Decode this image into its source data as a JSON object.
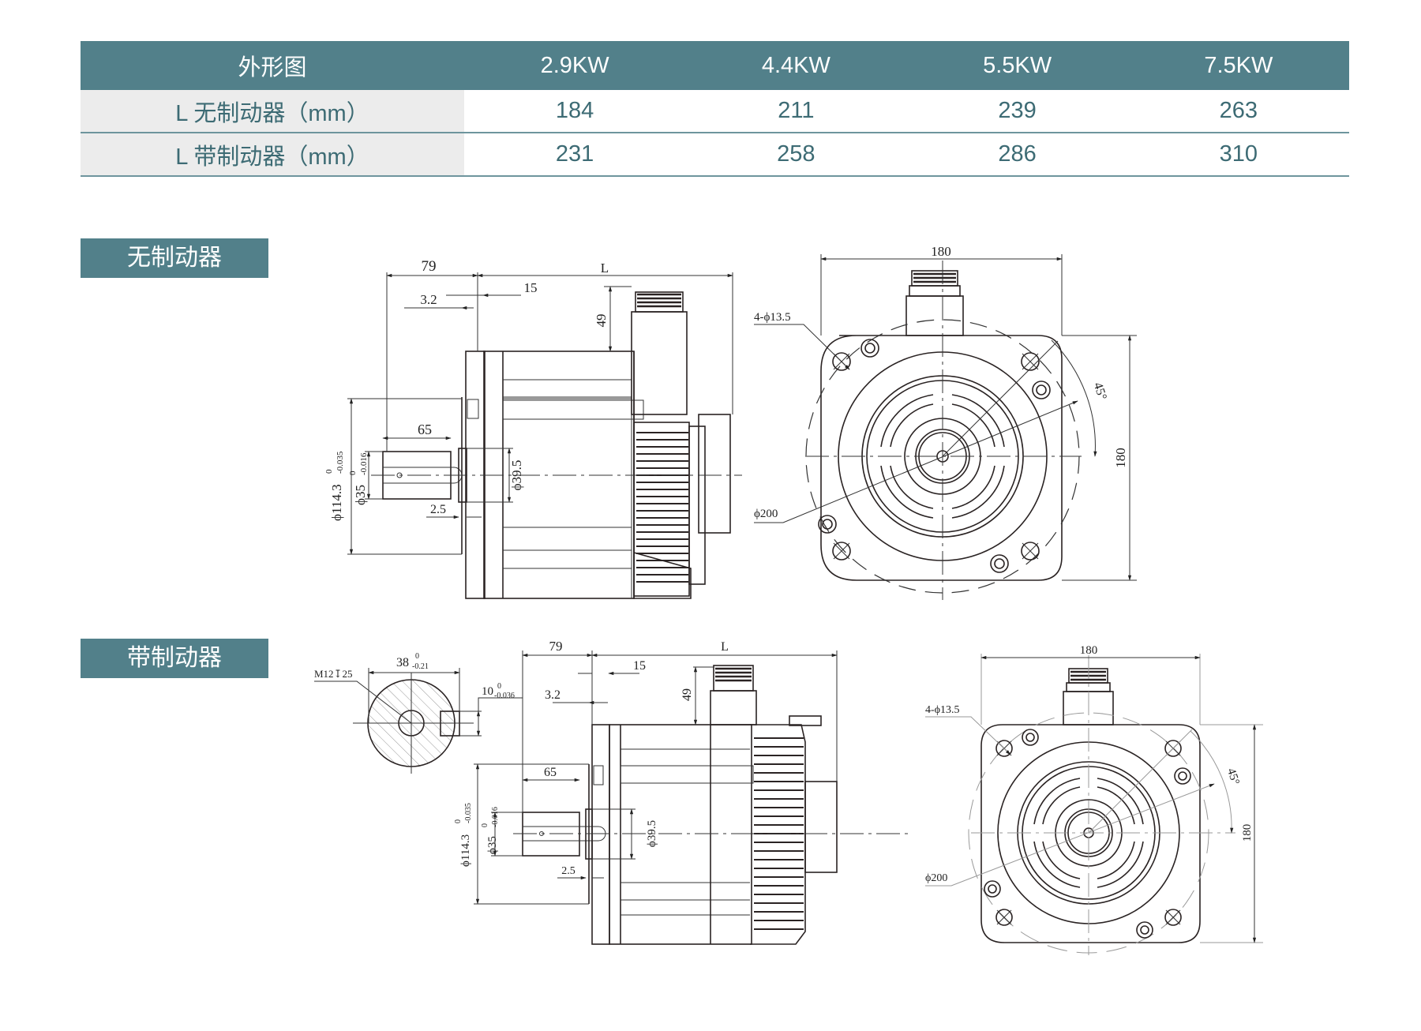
{
  "spec_table": {
    "header": {
      "row_title": "外形图",
      "columns": [
        "2.9KW",
        "4.4KW",
        "5.5KW",
        "7.5KW"
      ]
    },
    "rows": [
      {
        "label": "L 无制动器（mm）",
        "values": [
          "184",
          "211",
          "239",
          "263"
        ]
      },
      {
        "label": "L 带制动器（mm）",
        "values": [
          "231",
          "258",
          "286",
          "310"
        ]
      }
    ]
  },
  "sections": {
    "no_brake": {
      "label": "无制动器",
      "side_view": {
        "dim_shaft_to_flange": "79",
        "dim_length": "L",
        "dim_flange_thickness": "3.2",
        "dim_flange_offset": "15",
        "dim_connector_height": "49",
        "dim_shaft_length": "65",
        "dim_spigot_dia": "ϕ114.3",
        "dim_spigot_tol_upper": "0",
        "dim_spigot_tol_lower": "-0.035",
        "dim_shaft_dia": "ϕ35",
        "dim_shaft_tol_upper": "0",
        "dim_shaft_tol_lower": "-0.016",
        "dim_boss_dia": "ϕ39.5",
        "dim_boss_depth": "2.5"
      },
      "front_view": {
        "dim_width": "180",
        "dim_height": "180",
        "dim_holes": "4-ϕ13.5",
        "dim_pcd": "ϕ200",
        "dim_angle": "45°"
      }
    },
    "with_brake": {
      "label": "带制动器",
      "shaft_section": {
        "dim_thread": "M12↧25",
        "dim_key_height": "38",
        "dim_key_height_tol_upper": "0",
        "dim_key_height_tol_lower": "-0.21",
        "dim_key_width": "10",
        "dim_key_width_tol_upper": "0",
        "dim_key_width_tol_lower": "-0.036"
      },
      "side_view": {
        "dim_shaft_to_flange": "79",
        "dim_length": "L",
        "dim_flange_thickness": "3.2",
        "dim_flange_offset": "15",
        "dim_connector_height": "49",
        "dim_shaft_length": "65",
        "dim_spigot_dia": "ϕ114.3",
        "dim_spigot_tol_upper": "0",
        "dim_spigot_tol_lower": "-0.035",
        "dim_shaft_dia": "ϕ35",
        "dim_shaft_tol_upper": "0",
        "dim_shaft_tol_lower": "-0.016",
        "dim_boss_dia": "ϕ39.5",
        "dim_boss_depth": "2.5"
      },
      "front_view": {
        "dim_width": "180",
        "dim_height": "180",
        "dim_holes": "4-ϕ13.5",
        "dim_pcd": "ϕ200",
        "dim_angle": "45°"
      }
    }
  },
  "colors": {
    "header_bg": "#52808a",
    "row_label_bg": "#ececec",
    "value_text": "#3d6b74",
    "line": "#2a2323"
  }
}
